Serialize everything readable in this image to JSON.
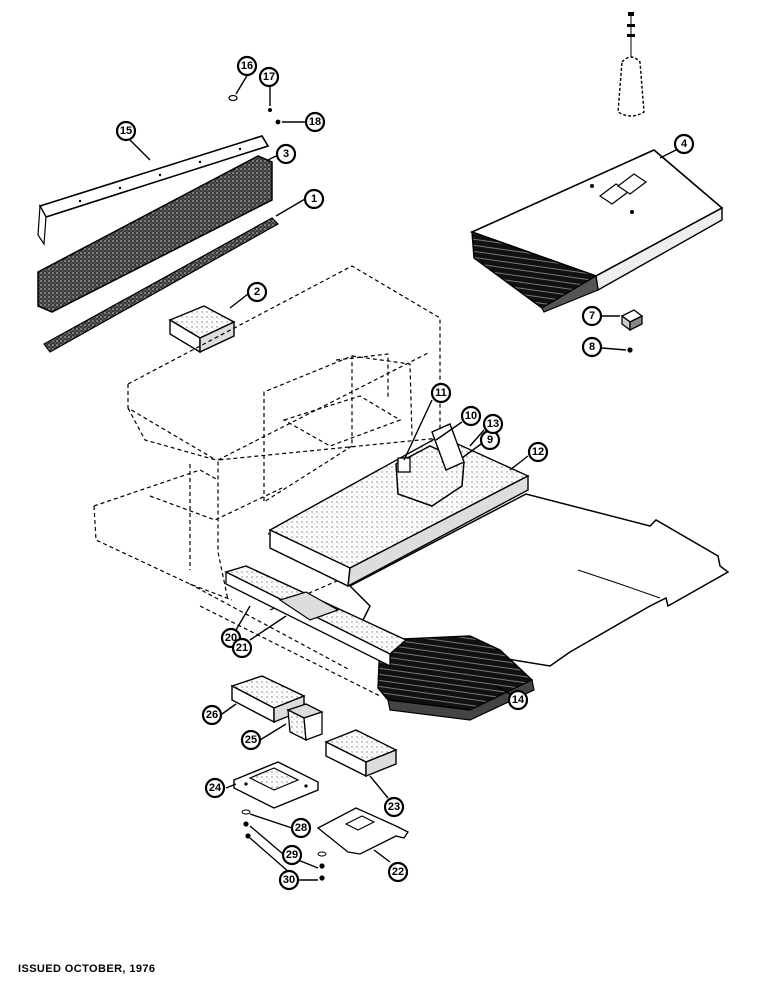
{
  "callouts": [
    {
      "id": "c1",
      "label": "1"
    },
    {
      "id": "c2",
      "label": "2"
    },
    {
      "id": "c3",
      "label": "3"
    },
    {
      "id": "c4",
      "label": "4"
    },
    {
      "id": "c7",
      "label": "7"
    },
    {
      "id": "c8",
      "label": "8"
    },
    {
      "id": "c9",
      "label": "9"
    },
    {
      "id": "c10",
      "label": "10"
    },
    {
      "id": "c11",
      "label": "11"
    },
    {
      "id": "c12",
      "label": "12"
    },
    {
      "id": "c13",
      "label": "13"
    },
    {
      "id": "c14",
      "label": "14"
    },
    {
      "id": "c15",
      "label": "15"
    },
    {
      "id": "c16",
      "label": "16"
    },
    {
      "id": "c17",
      "label": "17"
    },
    {
      "id": "c18",
      "label": "18"
    },
    {
      "id": "c20",
      "label": "20"
    },
    {
      "id": "c21",
      "label": "21"
    },
    {
      "id": "c22",
      "label": "22"
    },
    {
      "id": "c23",
      "label": "23"
    },
    {
      "id": "c24",
      "label": "24"
    },
    {
      "id": "c25",
      "label": "25"
    },
    {
      "id": "c26",
      "label": "26"
    },
    {
      "id": "c28",
      "label": "28"
    },
    {
      "id": "c29",
      "label": "29"
    },
    {
      "id": "c30",
      "label": "30"
    }
  ],
  "footer": {
    "issued": "ISSUED OCTOBER, 1976"
  }
}
